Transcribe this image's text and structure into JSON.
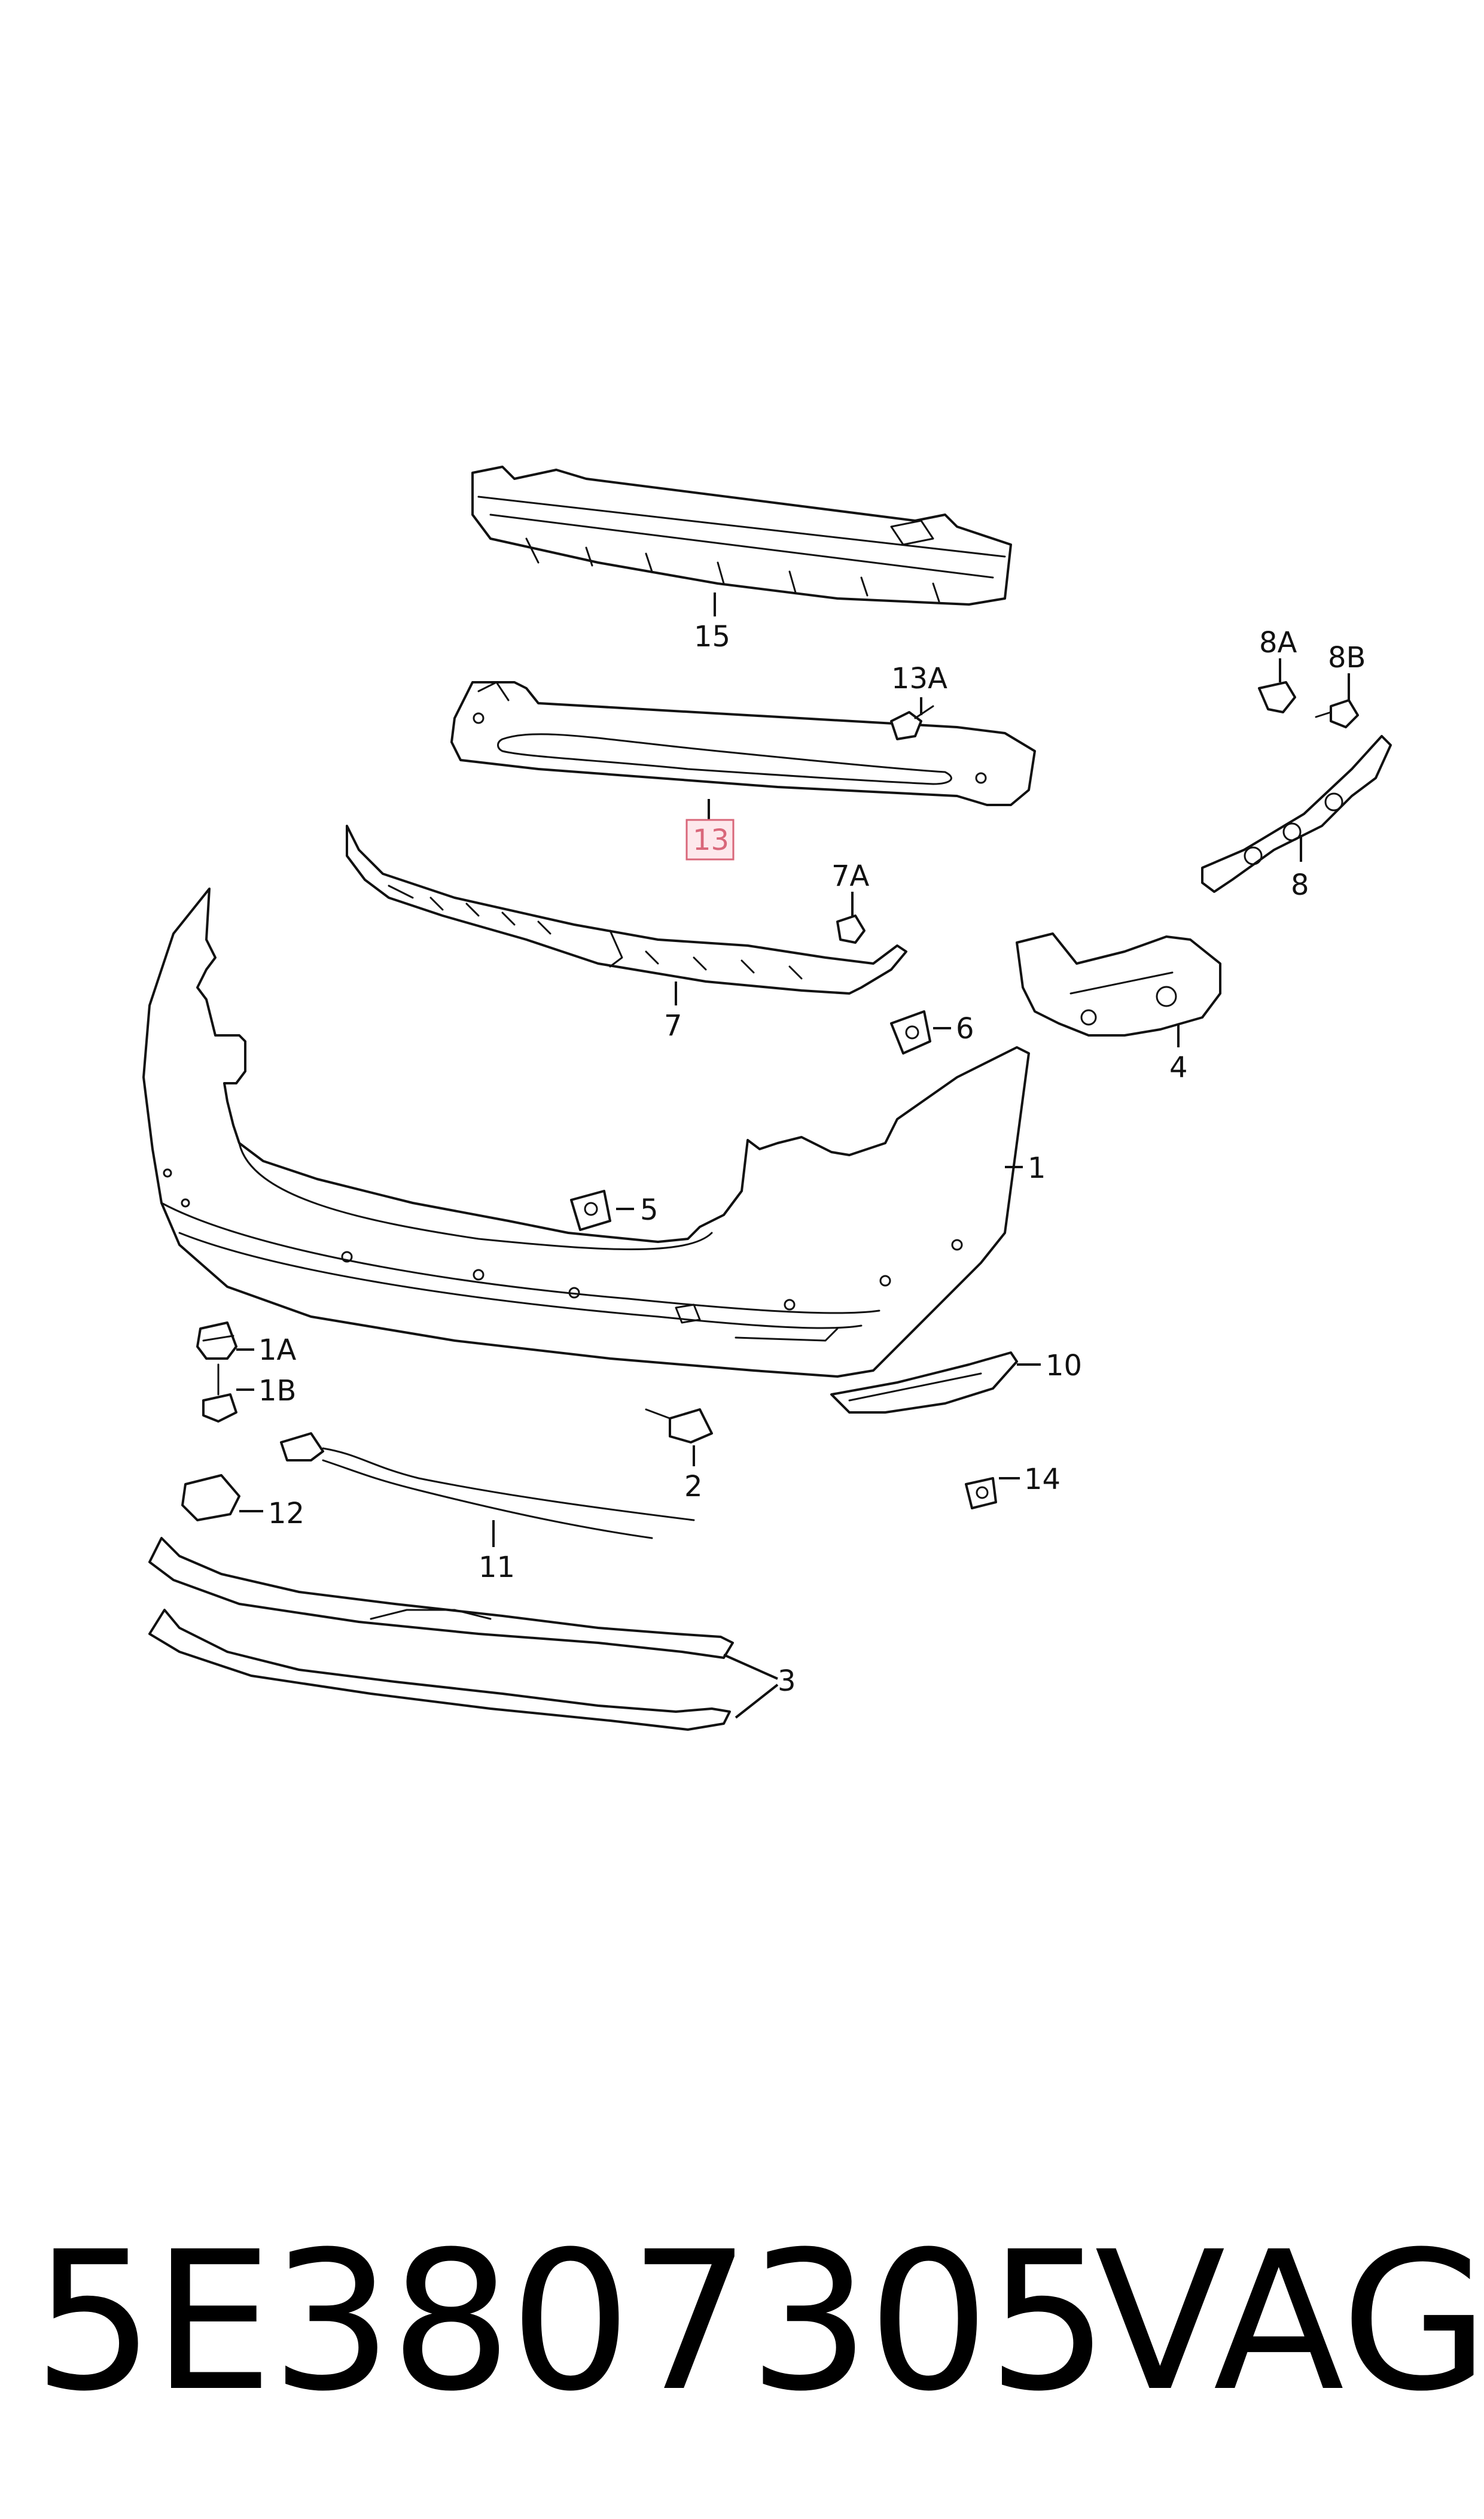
{
  "callouts": {
    "p15": "15",
    "p13a": "13A",
    "p13": "13",
    "p8a": "8A",
    "p8b": "8B",
    "p8": "8",
    "p7a": "7A",
    "p7": "7",
    "p6": "6",
    "p4": "4",
    "p1": "1",
    "p5": "5",
    "p1a": "1A",
    "p1b": "1B",
    "p10": "10",
    "p2": "2",
    "p14": "14",
    "p12": "12",
    "p11": "11",
    "p3": "3"
  },
  "highlight": {
    "part": "13",
    "fill": "#fde8ec",
    "stroke": "#d9677a"
  },
  "footer": {
    "part_number": "5E3807305",
    "brand": "VAG"
  }
}
